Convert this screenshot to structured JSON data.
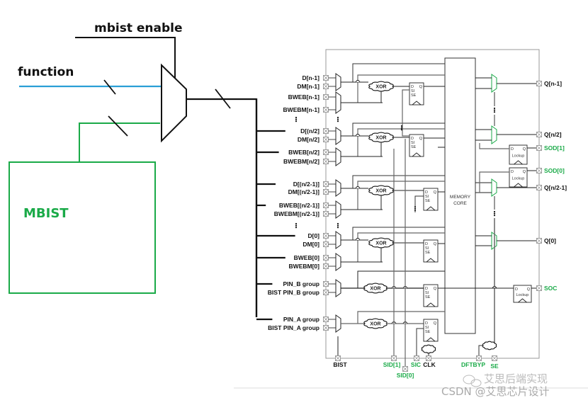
{
  "top": {
    "mbist_enable_label": "mbist enable",
    "function_label": "function",
    "mbist_block_label": "MBIST"
  },
  "colors": {
    "function_bus": "#2a9fd6",
    "mbist": "#1aaa48",
    "scan_pins": "#1aaa48",
    "wires": "#111111",
    "gray_wires": "#777777"
  },
  "memory": {
    "core_label_line1": "MEMORY",
    "core_label_line2": "CORE",
    "xor_label": "XOR",
    "lockup_label": "Lockup",
    "ff_pins": {
      "d": "D",
      "q": "Q",
      "si": "SI",
      "se": "SE"
    }
  },
  "inputs": [
    {
      "label": "D[n-1]",
      "bus": false
    },
    {
      "label": "DM[n-1]",
      "bus": false
    },
    {
      "label": "BWEB[n-1]",
      "bus": false
    },
    {
      "label": "BWEBM[n-1]",
      "bus": false
    },
    {
      "label": "D[(n/2]",
      "bus": true
    },
    {
      "label": "DM[n/2]",
      "bus": false
    },
    {
      "label": "BWEB[n/2]",
      "bus": true
    },
    {
      "label": "BWEBM[n/2]",
      "bus": false
    },
    {
      "label": "D[(n/2-1)]",
      "bus": true
    },
    {
      "label": "DM[(n/2-1)]",
      "bus": false
    },
    {
      "label": "BWEB[(n/2-1)]",
      "bus": true
    },
    {
      "label": "BWEBM[(n/2-1)]",
      "bus": false
    },
    {
      "label": "D[0]",
      "bus": true
    },
    {
      "label": "DM[0]",
      "bus": false
    },
    {
      "label": "BWEB[0]",
      "bus": true
    },
    {
      "label": "BWEBM[0]",
      "bus": false
    },
    {
      "label": "PIN_B group",
      "bus": true
    },
    {
      "label": "BIST PIN_B group",
      "bus": false
    },
    {
      "label": "PIN_A group",
      "bus": true
    },
    {
      "label": "BIST PIN_A group",
      "bus": false
    }
  ],
  "outputs": [
    {
      "label": "Q[n-1]",
      "scan": false
    },
    {
      "label": "Q[n/2]",
      "scan": false
    },
    {
      "label": "SOD[1]",
      "scan": true
    },
    {
      "label": "SOD[0]",
      "scan": true
    },
    {
      "label": "Q[n/2-1]",
      "scan": false
    },
    {
      "label": "Q[0]",
      "scan": false
    },
    {
      "label": "SOC",
      "scan": true
    }
  ],
  "bottom_pins": [
    {
      "label": "BIST",
      "scan": false
    },
    {
      "label": "SID[1]",
      "scan": true
    },
    {
      "label": "SID[0]",
      "scan": true
    },
    {
      "label": "SIC",
      "scan": true
    },
    {
      "label": "CLK",
      "scan": false
    },
    {
      "label": "DFTBYP",
      "scan": true
    },
    {
      "label": "SE",
      "scan": true
    }
  ],
  "watermark": {
    "line1": "艾思后端实现",
    "line2": "CSDN @艾思芯片设计"
  }
}
